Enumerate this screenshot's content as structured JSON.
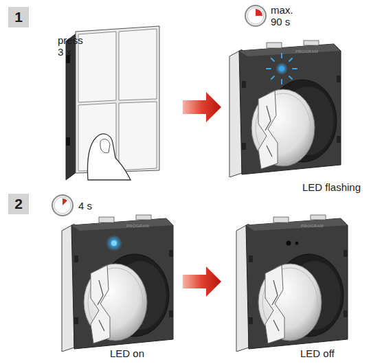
{
  "diagram": {
    "nodes": [
      {
        "text": [
          "1"
        ]
      },
      {
        "text": [
          "2"
        ]
      }
    ],
    "labels": [
      "press 3 x",
      "max. 90 s",
      "LED flashing",
      "4 s",
      "LED on",
      "LED off",
      "PROGRAM",
      "PROGRAM",
      "PROGRAM"
    ]
  }
}
